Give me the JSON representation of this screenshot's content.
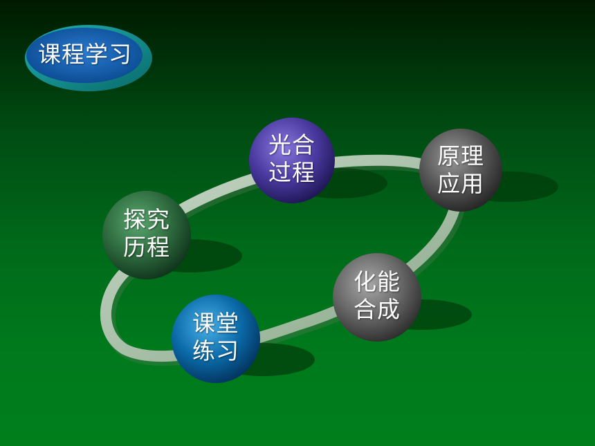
{
  "title_badge": {
    "label": "课程学习",
    "color_outer": "#0e8a8a",
    "color_inner": "#0a5aa8"
  },
  "nodes": [
    {
      "id": "guanghe",
      "line1": "光合",
      "line2": "过程",
      "color": "#4a3aa0"
    },
    {
      "id": "yuanli",
      "line1": "原理",
      "line2": "应用",
      "color": "#555555"
    },
    {
      "id": "tanjiu",
      "line1": "探究",
      "line2": "历程",
      "color": "#2e6a3e"
    },
    {
      "id": "huaneng",
      "line1": "化能",
      "line2": "合成",
      "color": "#666666"
    },
    {
      "id": "ketang",
      "line1": "课堂",
      "line2": "练习",
      "color": "#0a6aa8"
    }
  ]
}
